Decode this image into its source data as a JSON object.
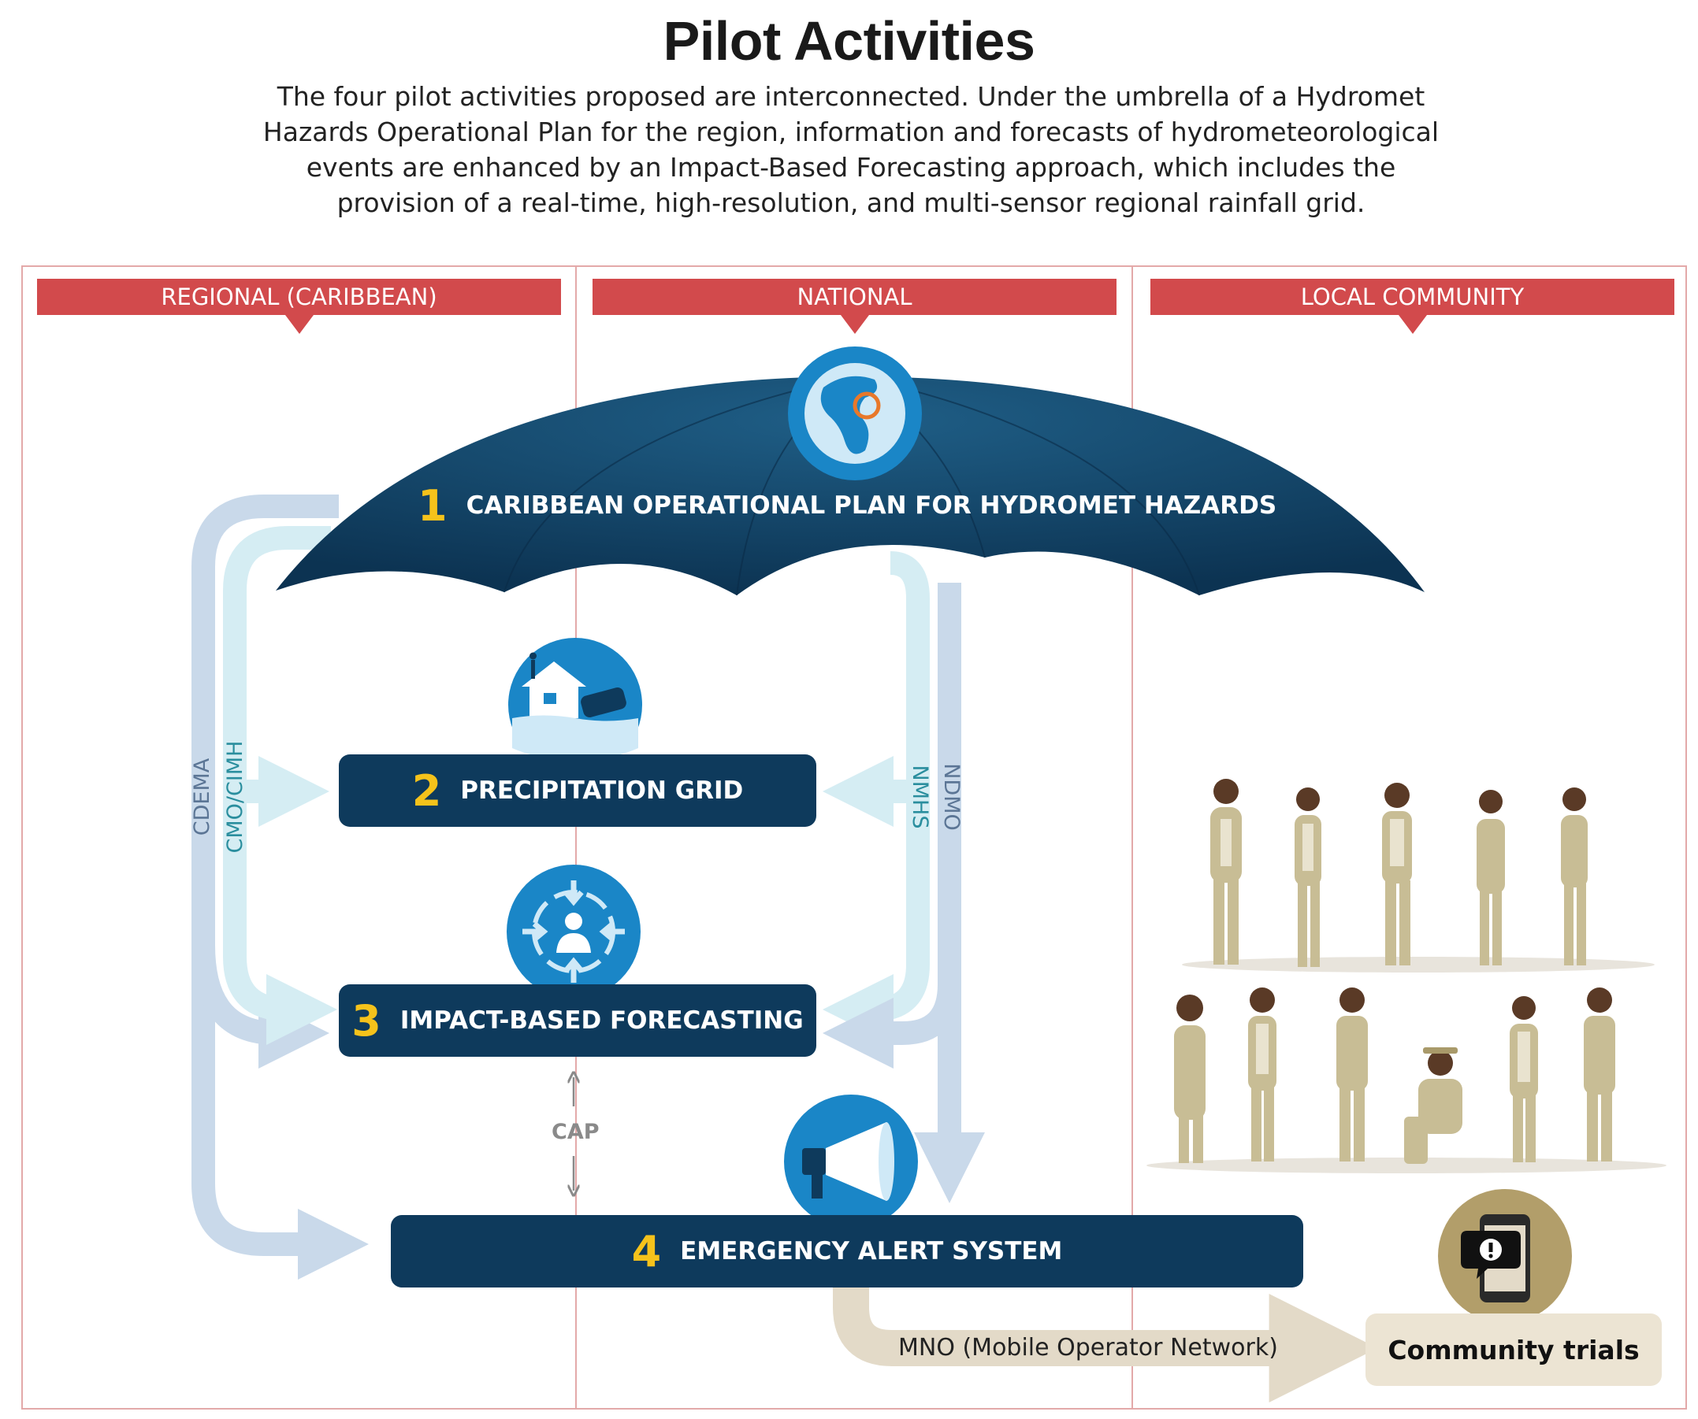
{
  "title": "Pilot Activities",
  "intro": [
    "The four pilot activities proposed are interconnected. Under the umbrella of a Hydromet",
    "Hazards Operational Plan for the region, information and forecasts of hydrometeorological",
    "events are enhanced by an Impact-Based Forecasting approach, which includes the",
    "provision of a real-time, high-resolution, and multi-sensor regional rainfall grid."
  ],
  "columns": [
    "REGIONAL (CARIBBEAN)",
    "NATIONAL",
    "LOCAL COMMUNITY"
  ],
  "activities": [
    {
      "number": "1",
      "label": "CARIBBEAN OPERATIONAL PLAN FOR HYDROMET HAZARDS"
    },
    {
      "number": "2",
      "label": "PRECIPITATION GRID"
    },
    {
      "number": "3",
      "label": "IMPACT-BASED FORECASTING"
    },
    {
      "number": "4",
      "label": "EMERGENCY ALERT SYSTEM"
    }
  ],
  "flow_labels": {
    "cdema": "CDEMA",
    "cmo_cimh": "CMO/CIMH",
    "nmhs": "NMHS",
    "ndmo": "NDMO",
    "cap": "CAP",
    "mno": "MNO (Mobile Operator Network)"
  },
  "community_trials": "Community trials",
  "colors": {
    "header_red": "#d24a4c",
    "navy": "#0e3a5c",
    "number_yellow": "#f5c21b",
    "flow_blue": "#c9d9ea",
    "flow_cyan": "#d5edf3",
    "flow_beige": "#e3dac8",
    "icon_blue": "#1a86c7"
  },
  "icons": [
    "globe-icon",
    "flooded-house-icon",
    "impact-target-icon",
    "megaphone-icon",
    "smartphone-alert-icon",
    "people-group-illustration"
  ]
}
